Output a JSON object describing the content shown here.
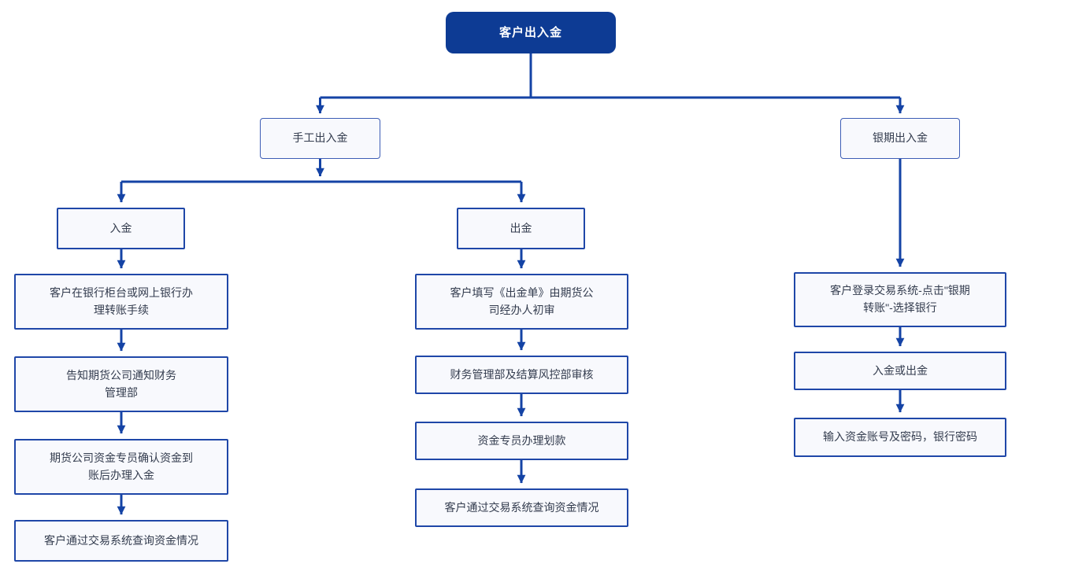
{
  "root": {
    "label": "客户出入金"
  },
  "manual_branch": {
    "label": "手工出入金",
    "deposit": {
      "label": "入金",
      "steps": [
        "客户在银行柜台或网上银行办\n理转账手续",
        "告知期货公司通知财务\n管理部",
        "期货公司资金专员确认资金到\n账后办理入金",
        "客户通过交易系统查询资金情况"
      ]
    },
    "withdraw": {
      "label": "出金",
      "steps": [
        "客户填写《出金单》由期货公\n司经办人初审",
        "财务管理部及结算风控部审核",
        "资金专员办理划款",
        "客户通过交易系统查询资金情况"
      ]
    }
  },
  "bank_branch": {
    "label": "银期出入金",
    "steps": [
      "客户登录交易系统-点击\"银期\n转账\"-选择银行",
      "入金或出金",
      "输入资金账号及密码，银行密码"
    ]
  },
  "colors": {
    "primary": "#0d3b94",
    "connector": "#1443a5",
    "node_fill": "#f8f9fd",
    "node_border": "#1f47a8",
    "branch_border": "#3d5db5",
    "text": "#333c4e",
    "root_text": "#ffffff",
    "background": "#ffffff"
  }
}
